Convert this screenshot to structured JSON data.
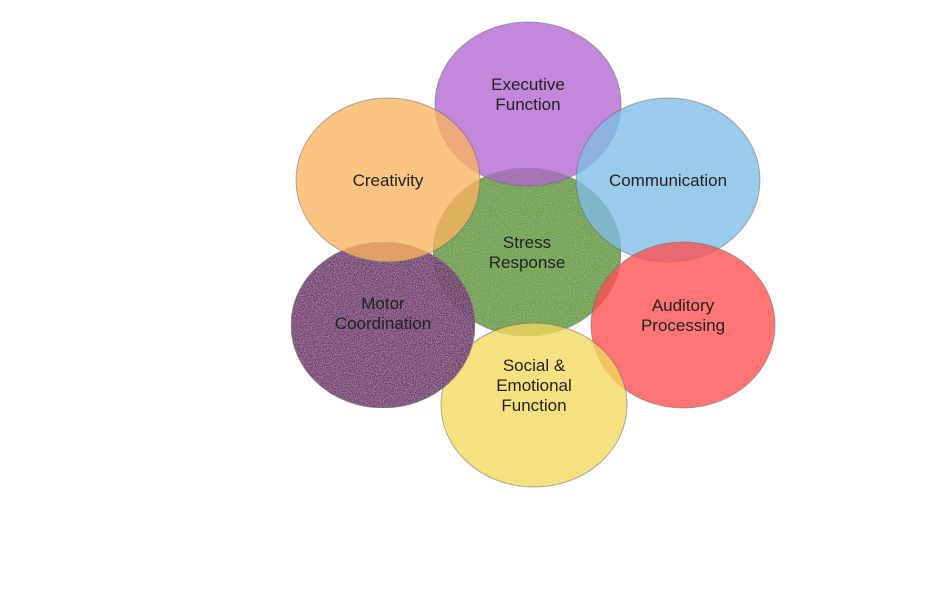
{
  "diagram": {
    "center": {
      "label_lines": [
        "Stress",
        "Response"
      ],
      "color": "#6aa33a",
      "texture": "speckled"
    },
    "circles": [
      {
        "id": "executive-function",
        "label_lines": [
          "Executive",
          "Function"
        ],
        "color": "#b267d1"
      },
      {
        "id": "communication",
        "label_lines": [
          "Communication"
        ],
        "color": "#7fbde6"
      },
      {
        "id": "auditory-processing",
        "label_lines": [
          "Auditory",
          "Processing"
        ],
        "color": "#ff4d4d"
      },
      {
        "id": "social-emotional-function",
        "label_lines": [
          "Social &",
          "Emotional",
          "Function"
        ],
        "color": "#f4d85c"
      },
      {
        "id": "motor-coordination",
        "label_lines": [
          "Motor",
          "Coordination"
        ],
        "color": "#6a1a66",
        "texture": "speckled"
      },
      {
        "id": "creativity",
        "label_lines": [
          "Creativity"
        ],
        "color": "#fbb45f"
      }
    ]
  }
}
